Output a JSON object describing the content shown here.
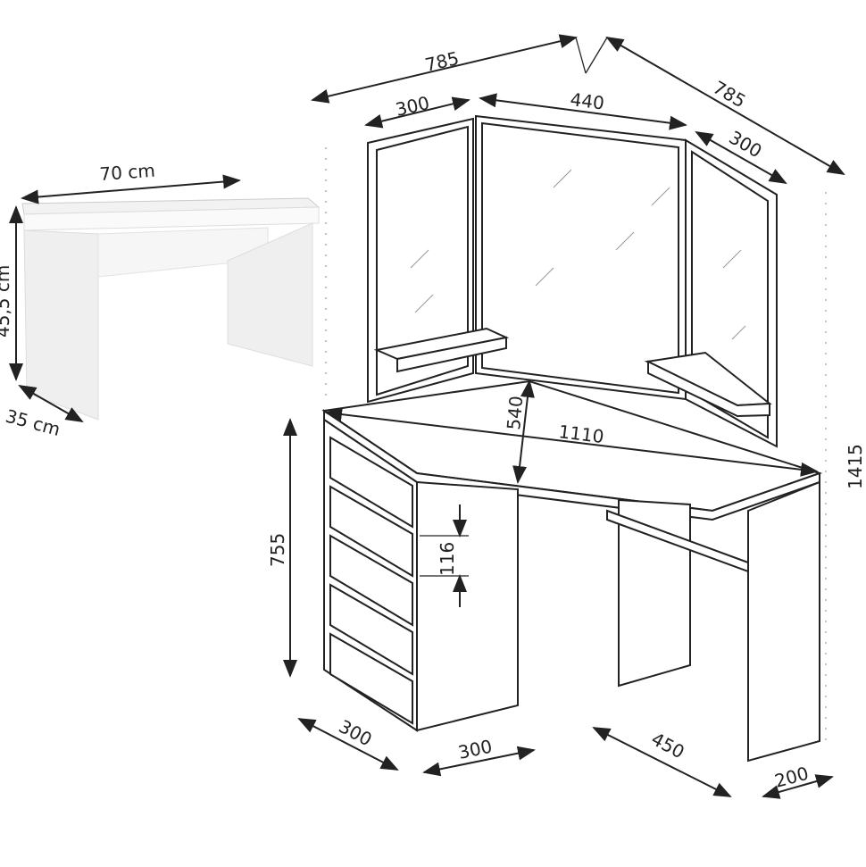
{
  "stool": {
    "width_label": "70 cm",
    "height_label": "45,5 cm",
    "depth_label": "35 cm"
  },
  "desk": {
    "top_left_span": "785",
    "top_right_span": "785",
    "left_mirror_width": "300",
    "center_mirror_width": "440",
    "right_mirror_width": "300",
    "depth_label": "540",
    "diagonal_label": "1110",
    "total_height": "1415",
    "desk_height": "755",
    "drawer_height": "116",
    "left_depth": "300",
    "drawer_unit_width": "300",
    "leg_spacing": "450",
    "right_panel_width": "200"
  }
}
